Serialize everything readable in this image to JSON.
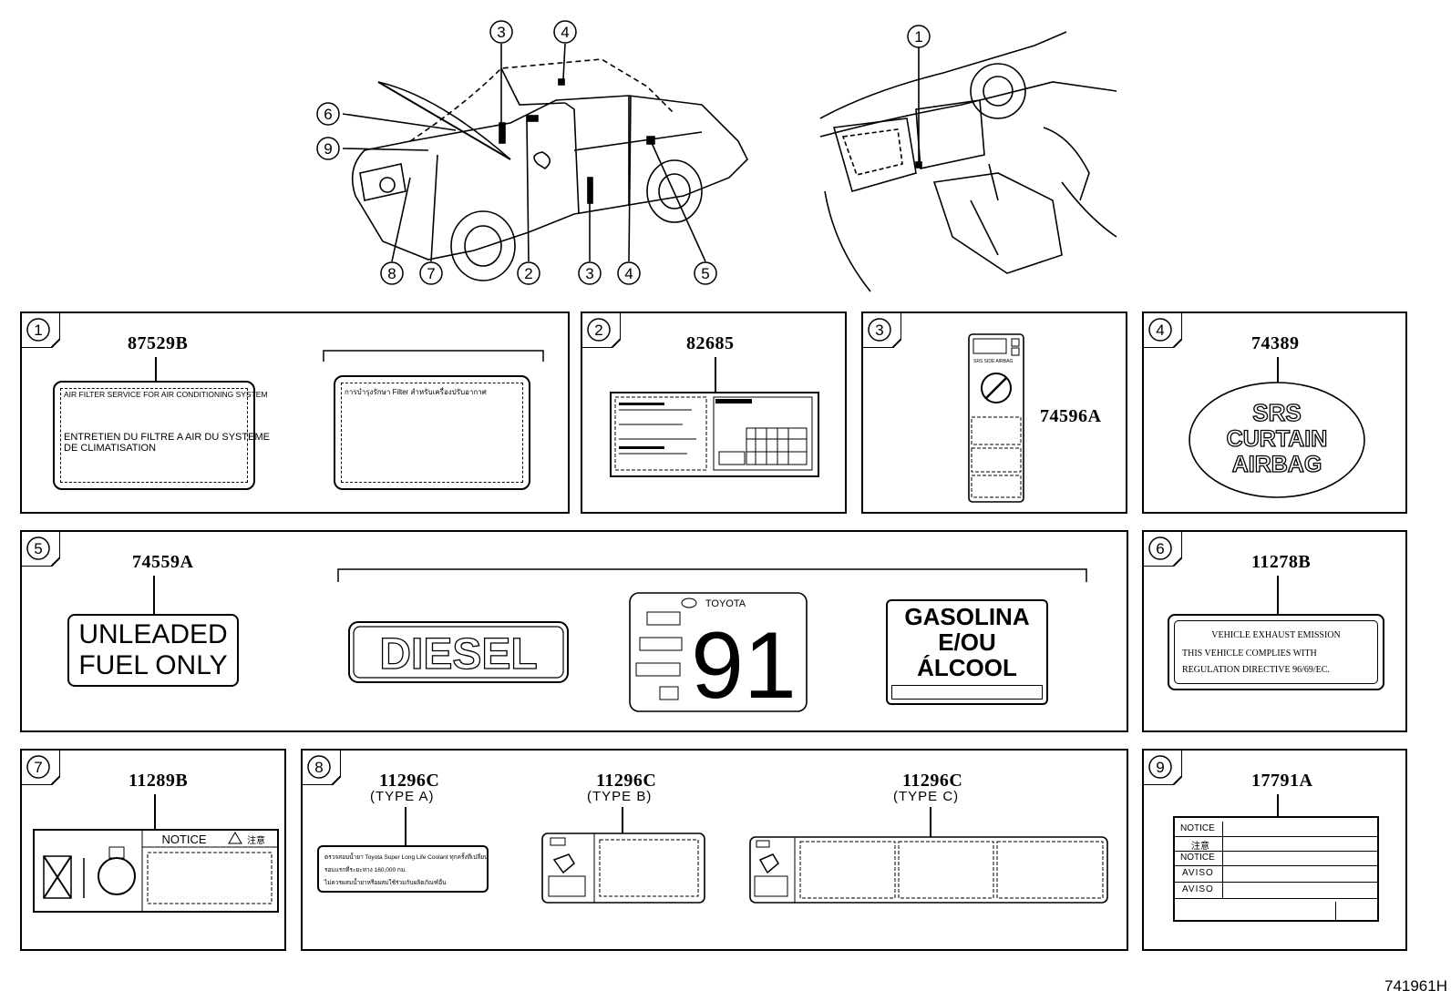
{
  "overview": {
    "vehicle_callouts": [
      "3",
      "4",
      "6",
      "9",
      "8",
      "7",
      "2",
      "3",
      "4",
      "5"
    ],
    "interior_callouts": [
      "1"
    ]
  },
  "panels": {
    "p1": {
      "num": "1",
      "code": "87529B",
      "air_filter_en": "AIR FILTER SERVICE FOR AIR CONDITIONING SYSTEM",
      "air_filter_fr_1": "ENTRETIEN DU FILTRE A AIR DU SYSTEME",
      "air_filter_fr_2": "DE CLIMATISATION",
      "thai_title": "การบำรุงรักษา Filter สำหรับเครื่องปรับอากาศ"
    },
    "p2": {
      "num": "2",
      "code": "82685"
    },
    "p3": {
      "num": "3",
      "code": "74596A",
      "srs_small": "SRS SIDE AIRBAG"
    },
    "p4": {
      "num": "4",
      "code": "74389",
      "line1": "SRS",
      "line2": "CURTAIN",
      "line3": "AIRBAG"
    },
    "p5": {
      "num": "5",
      "code": "74559A",
      "unleaded_1": "UNLEADED",
      "unleaded_2": "FUEL ONLY",
      "diesel": "DIESEL",
      "toyota": "TOYOTA",
      "octane": "91",
      "gas_1": "GASOLINA",
      "gas_2": "E/OU",
      "gas_3": "ÁLCOOL"
    },
    "p6": {
      "num": "6",
      "code": "11278B",
      "line1": "VEHICLE  EXHAUST  EMISSION",
      "line2": "THIS  VEHICLE  COMPLIES  WITH",
      "line3": "REGULATION  DIRECTIVE  96/69/EC."
    },
    "p7": {
      "num": "7",
      "code": "11289B",
      "notice": "NOTICE",
      "notice_jp": "注意"
    },
    "p8": {
      "num": "8",
      "code_a": "11296C",
      "type_a": "(TYPE A)",
      "code_b": "11296C",
      "type_b": "(TYPE B)",
      "code_c": "11296C",
      "type_c": "(TYPE C)",
      "thai_1": "ตรวจสอบน้ำยา Toyota Super Long Life Coolant ทุกครั้งที่เปลี่ยน",
      "thai_2": "รอบแรกที่ระยะทาง 160,000 กม.",
      "thai_3": "ไม่ควรผสมน้ำยาหรือผสมใช้ร่วมกับผลิตภัณฑ์อื่น"
    },
    "p9": {
      "num": "9",
      "code": "17791A",
      "rows": [
        "NOTICE",
        "注意",
        "NOTICE",
        "AVISO",
        "AVISO"
      ]
    }
  },
  "footer": {
    "code": "741961H"
  }
}
